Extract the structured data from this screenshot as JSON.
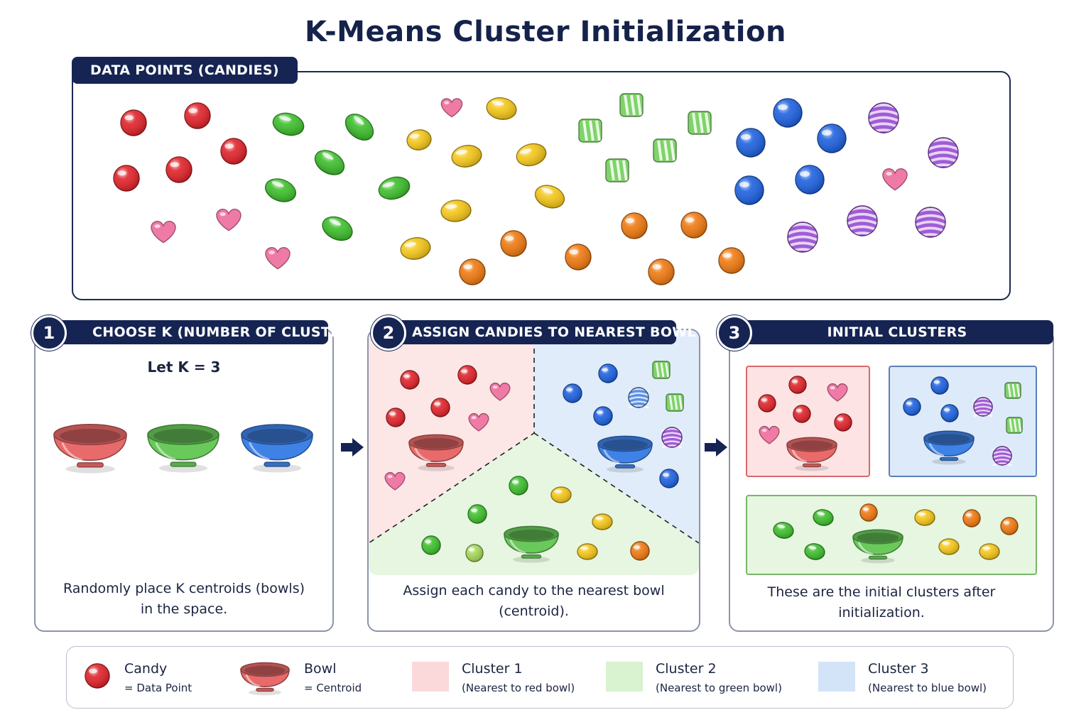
{
  "title": "K-Means Cluster Initialization",
  "data_points": {
    "label": "DATA POINTS (CANDIES)"
  },
  "steps": [
    {
      "number": "1",
      "label": "CHOOSE K (NUMBER OF CLUSTERS)",
      "subtitle": "Let K = 3",
      "caption_line1": "Randomly place K centroids (bowls)",
      "caption_line2": "in the space."
    },
    {
      "number": "2",
      "label": "ASSIGN CANDIES TO NEAREST BOWL",
      "caption_line1": "Assign each candy to the nearest bowl",
      "caption_line2": "(centroid)."
    },
    {
      "number": "3",
      "label": "INITIAL CLUSTERS",
      "caption_line1": "These are the initial clusters after",
      "caption_line2": "initialization."
    }
  ],
  "legend": [
    {
      "title": "Candy",
      "sub": "= Data Point"
    },
    {
      "title": "Bowl",
      "sub": "= Centroid"
    },
    {
      "title": "Cluster 1",
      "sub": "(Nearest to red bowl)"
    },
    {
      "title": "Cluster 2",
      "sub": "(Nearest to green bowl)"
    },
    {
      "title": "Cluster 3",
      "sub": "(Nearest to blue bowl)"
    }
  ],
  "colors": {
    "navy": "#152452",
    "red": "#e0242b",
    "pink": "#f07aa6",
    "green": "#3fbf2e",
    "yellow": "#f5c71a",
    "orange": "#f07a12",
    "blue": "#1f62e0",
    "purple": "#a05cd6",
    "lime": "#7fd36a",
    "cluster1_fill": "#fde3e3",
    "cluster2_fill": "#e3f6de",
    "cluster3_fill": "#ddeafa"
  },
  "icons": [
    "candy-icon",
    "heart-candy-icon",
    "striped-candy-icon",
    "square-candy-icon",
    "bowl-icon",
    "arrow-right-icon"
  ]
}
